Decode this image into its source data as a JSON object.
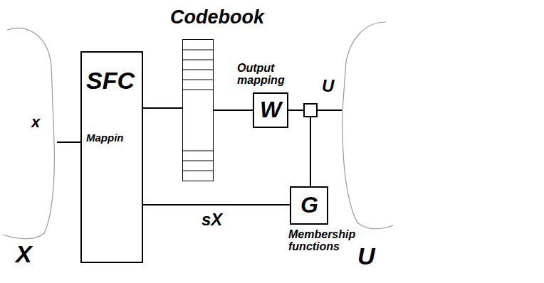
{
  "diagram": {
    "nodes": [
      {
        "text": [
          "X"
        ]
      },
      {
        "text": [
          "SFC",
          "Mappin"
        ]
      },
      {
        "text": [
          "Codebook"
        ]
      },
      {
        "text": [
          "Output mapping",
          "W"
        ]
      },
      {
        "text": [
          "G",
          "Membership functions"
        ]
      },
      {
        "text": [
          "U"
        ]
      }
    ],
    "edges": [
      {
        "from": 0,
        "to": 1,
        "arrow": "none",
        "label": "x"
      },
      {
        "from": 1,
        "to": 2,
        "arrow": "none"
      },
      {
        "from": 2,
        "to": 3,
        "arrow": "none"
      },
      {
        "from": 3,
        "to": 5,
        "arrow": "none",
        "label": "U"
      },
      {
        "from": 1,
        "to": 4,
        "arrow": "none",
        "label": "sX"
      },
      {
        "from": 4,
        "to": 5,
        "arrow": "none"
      }
    ]
  }
}
